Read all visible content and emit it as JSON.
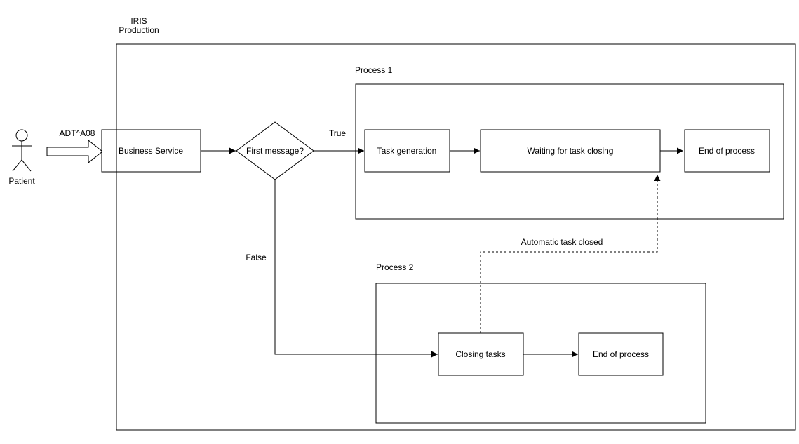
{
  "diagram": {
    "outer": {
      "label_line1": "IRIS",
      "label_line2": "Production"
    },
    "actor": {
      "label": "Patient"
    },
    "message": {
      "label": "ADT^A08"
    },
    "nodes": {
      "business_service": "Business Service",
      "decision": "First message?",
      "task_generation": "Task generation",
      "waiting_for_task_closing": "Waiting for task closing",
      "end_of_process_1": "End of process",
      "closing_tasks": "Closing tasks",
      "end_of_process_2": "End of process"
    },
    "containers": {
      "process1": "Process 1",
      "process2": "Process 2"
    },
    "edges": {
      "true_label": "True",
      "false_label": "False",
      "auto_closed_label": "Automatic task closed"
    },
    "colors": {
      "stroke": "#000000",
      "shape_fill": "#ffffff",
      "text": "#000000",
      "background": "#ffffff"
    }
  }
}
